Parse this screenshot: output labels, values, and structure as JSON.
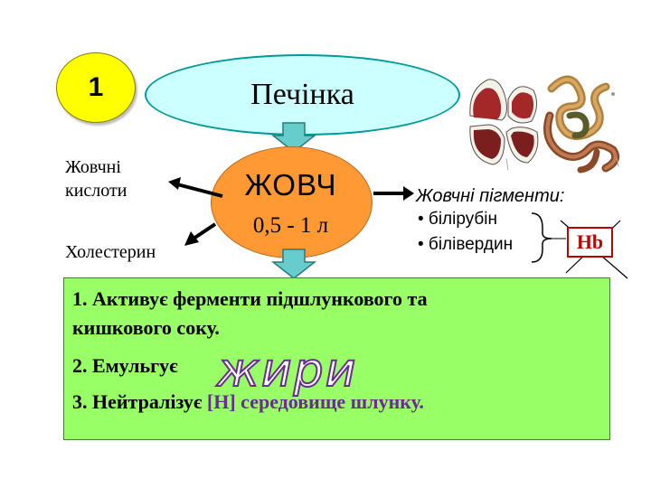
{
  "number_badge": "1",
  "liver_label": "Печінка",
  "bile": {
    "title": "ЖОВЧ",
    "volume": "0,5 - 1 л"
  },
  "left_products": {
    "bile_acids": "Жовчні кислоти",
    "cholesterol": "Холестерин"
  },
  "pigments": {
    "title": "Жовчні пігменти:",
    "items": [
      "• білірубін",
      "• білівердин"
    ],
    "hb": "Hb"
  },
  "functions": {
    "line1": "1. Активує ферменти підшлункового та",
    "line2": "кишкового соку.",
    "line3_prefix": "2. Емульгує",
    "fats": "жири",
    "line4_prefix": "3. Нейтралізує",
    "line4_highlight": "[H] середовище шлунку."
  },
  "colors": {
    "badge_fill": "#ffff00",
    "liver_fill": "#ccffff",
    "bile_fill": "#ff9933",
    "arrow_fill": "#66cccc",
    "functions_fill": "#99ff66",
    "hb_color": "#c00000",
    "highlight_text": "#6b2c91"
  },
  "icons": [
    "liver-organ-illustration",
    "intestine-illustration"
  ]
}
